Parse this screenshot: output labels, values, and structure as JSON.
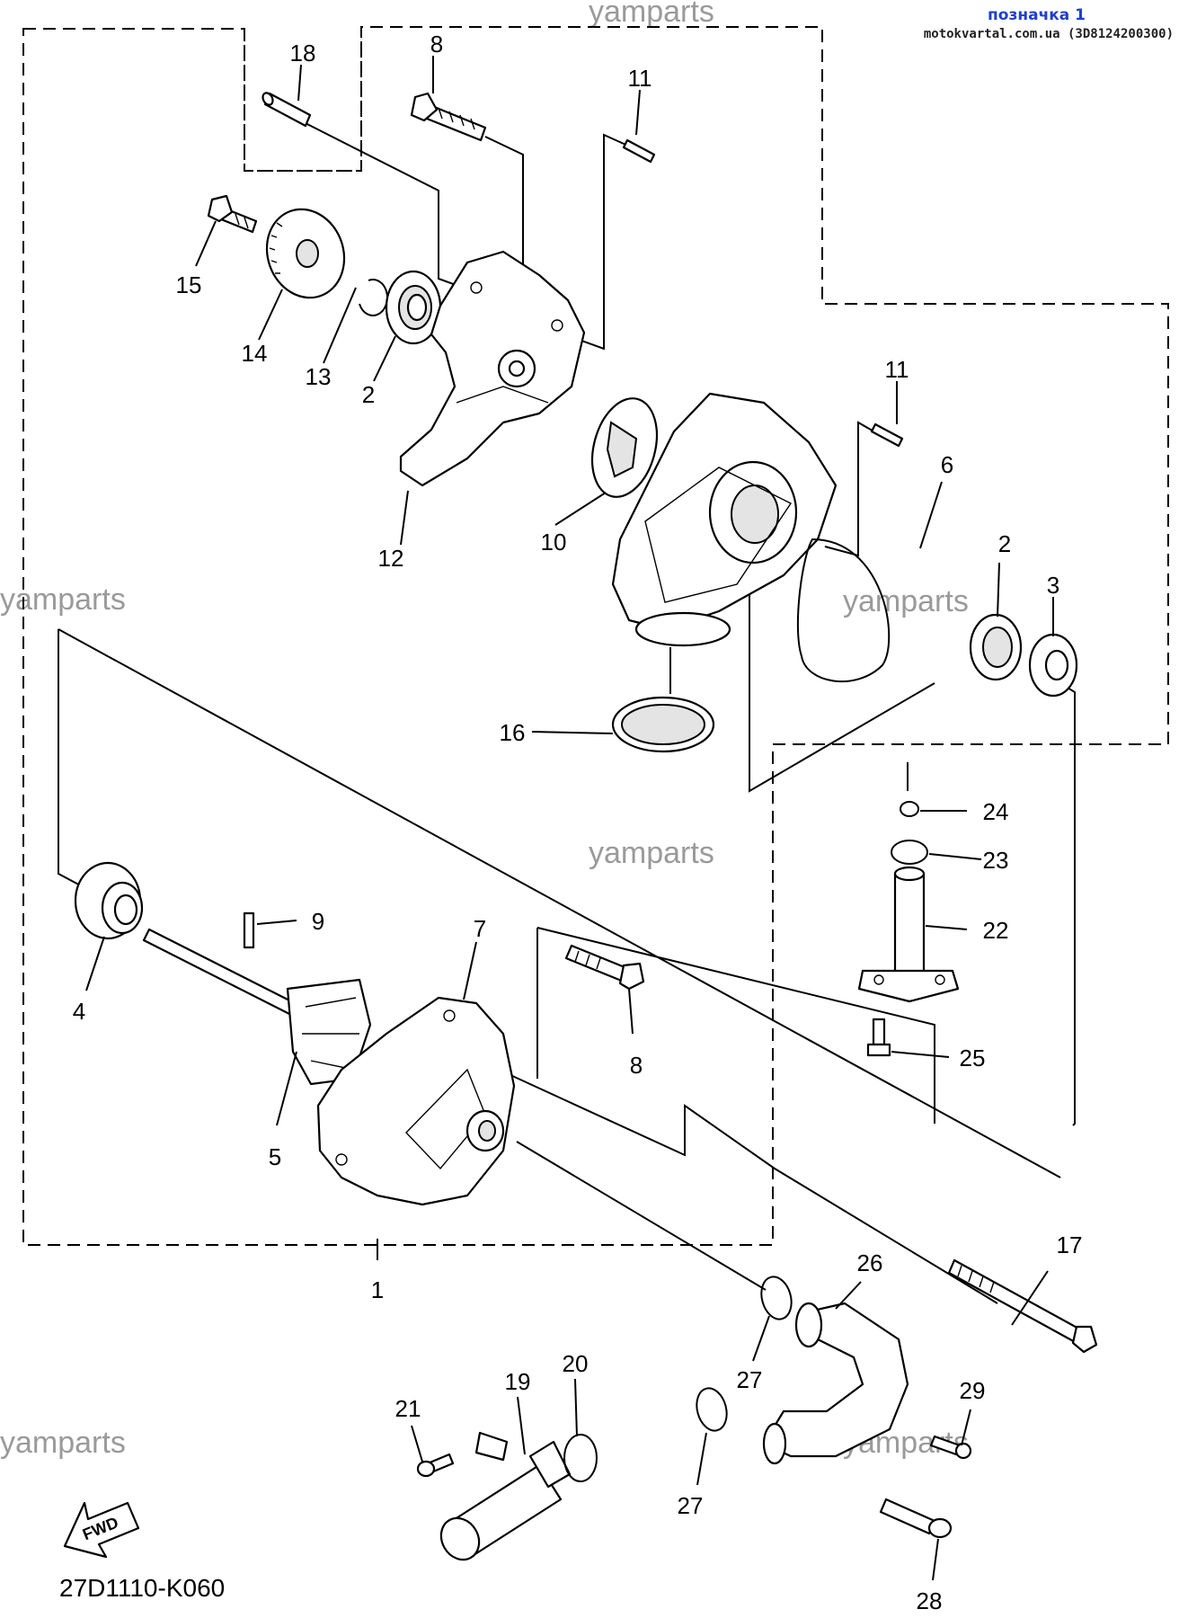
{
  "header": {
    "title": "позначка 1",
    "subtitle": "motokvartal.com.ua (3D8124200300)"
  },
  "watermark": "yamparts",
  "diagram_code": "27D1110-K060",
  "fwd_badge": "FWD",
  "callouts": [
    {
      "id": "c18",
      "num": "18"
    },
    {
      "id": "c8a",
      "num": "8"
    },
    {
      "id": "c11a",
      "num": "11"
    },
    {
      "id": "c15",
      "num": "15"
    },
    {
      "id": "c14",
      "num": "14"
    },
    {
      "id": "c13",
      "num": "13"
    },
    {
      "id": "c2a",
      "num": "2"
    },
    {
      "id": "c12",
      "num": "12"
    },
    {
      "id": "c10",
      "num": "10"
    },
    {
      "id": "c11b",
      "num": "11"
    },
    {
      "id": "c6",
      "num": "6"
    },
    {
      "id": "c2b",
      "num": "2"
    },
    {
      "id": "c3",
      "num": "3"
    },
    {
      "id": "c16",
      "num": "16"
    },
    {
      "id": "c24",
      "num": "24"
    },
    {
      "id": "c23",
      "num": "23"
    },
    {
      "id": "c22",
      "num": "22"
    },
    {
      "id": "c9",
      "num": "9"
    },
    {
      "id": "c7",
      "num": "7"
    },
    {
      "id": "c4",
      "num": "4"
    },
    {
      "id": "c8b",
      "num": "8"
    },
    {
      "id": "c25",
      "num": "25"
    },
    {
      "id": "c5",
      "num": "5"
    },
    {
      "id": "c1",
      "num": "1"
    },
    {
      "id": "c17",
      "num": "17"
    },
    {
      "id": "c26",
      "num": "26"
    },
    {
      "id": "c27a",
      "num": "27"
    },
    {
      "id": "c29",
      "num": "29"
    },
    {
      "id": "c21",
      "num": "21"
    },
    {
      "id": "c19",
      "num": "19"
    },
    {
      "id": "c20",
      "num": "20"
    },
    {
      "id": "c27b",
      "num": "27"
    },
    {
      "id": "c28",
      "num": "28"
    }
  ]
}
